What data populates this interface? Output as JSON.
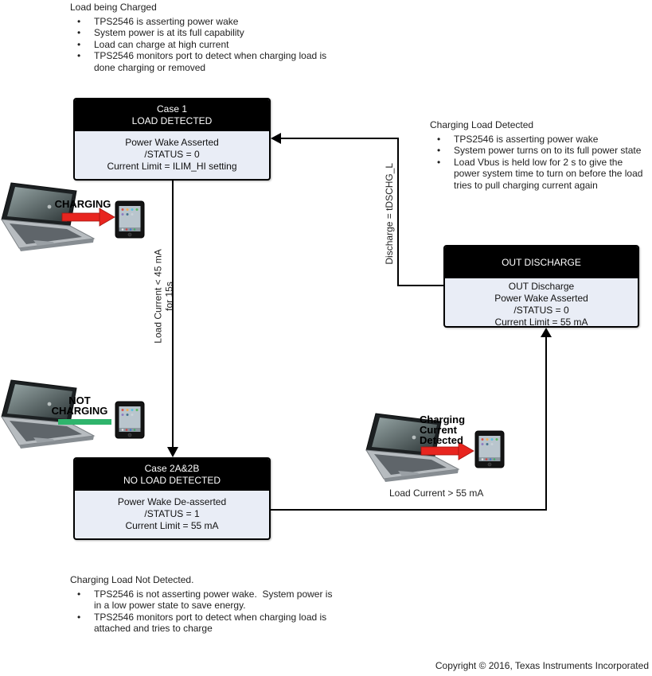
{
  "notes": {
    "top_left": {
      "title": "Load being Charged",
      "bullets": [
        "TPS2546 is asserting power wake",
        "System power is at its full capability",
        "Load can charge at high current",
        "TPS2546 monitors port to detect when charging load is done charging or removed"
      ]
    },
    "right": {
      "title": "Charging Load Detected",
      "bullets": [
        "TPS2546 is asserting power wake",
        "System power turns on to its full power state",
        "Load Vbus is held low for 2 s to give the power system time to turn on before the load tries to pull charging current again"
      ]
    },
    "bottom": {
      "title": "Charging Load Not Detected.",
      "bullets": [
        "TPS2546 is not asserting power wake.  System power is in a low power state to save energy.",
        "TPS2546 monitors port to detect when charging load is attached and tries to charge"
      ]
    }
  },
  "states": {
    "case1": {
      "header_line1": "Case 1",
      "header_line2": "LOAD DETECTED",
      "body": [
        "Power Wake Asserted",
        "/STATUS = 0",
        "Current Limit = ILIM_HI setting"
      ]
    },
    "out_discharge": {
      "header_line1": "OUT DISCHARGE",
      "body": [
        "OUT Discharge",
        "Power Wake Asserted",
        "/STATUS = 0",
        "Current Limit = 55 mA"
      ]
    },
    "case2": {
      "header_line1": "Case 2A&2B",
      "header_line2": "NO LOAD DETECTED",
      "body": [
        "Power Wake De-asserted",
        "/STATUS = 1",
        "Current Limit = 55 mA"
      ]
    }
  },
  "edges": {
    "case1_to_case2": {
      "label_line1": "Load Current < 45 mA",
      "label_line2": "for 15s"
    },
    "out_discharge_to_case1": {
      "label": "Discharge = tDSCHG_L"
    },
    "case2_to_out_discharge": {
      "label": "Load Current > 55 mA"
    }
  },
  "illustrations": {
    "charging": {
      "label": "CHARGING"
    },
    "not_charging": {
      "label_line1": "NOT",
      "label_line2": "CHARGING"
    },
    "charging_current": {
      "label_line1": "Charging",
      "label_line2": "Current",
      "label_line3": "Detected"
    }
  },
  "footer": {
    "copyright": "Copyright © 2016, Texas Instruments Incorporated"
  },
  "colors": {
    "state_header_bg": "#000000",
    "state_body_bg": "#e9edf6",
    "arrow_red": "#e8251f",
    "bar_green": "#2fb46c",
    "line_black": "#000000"
  }
}
